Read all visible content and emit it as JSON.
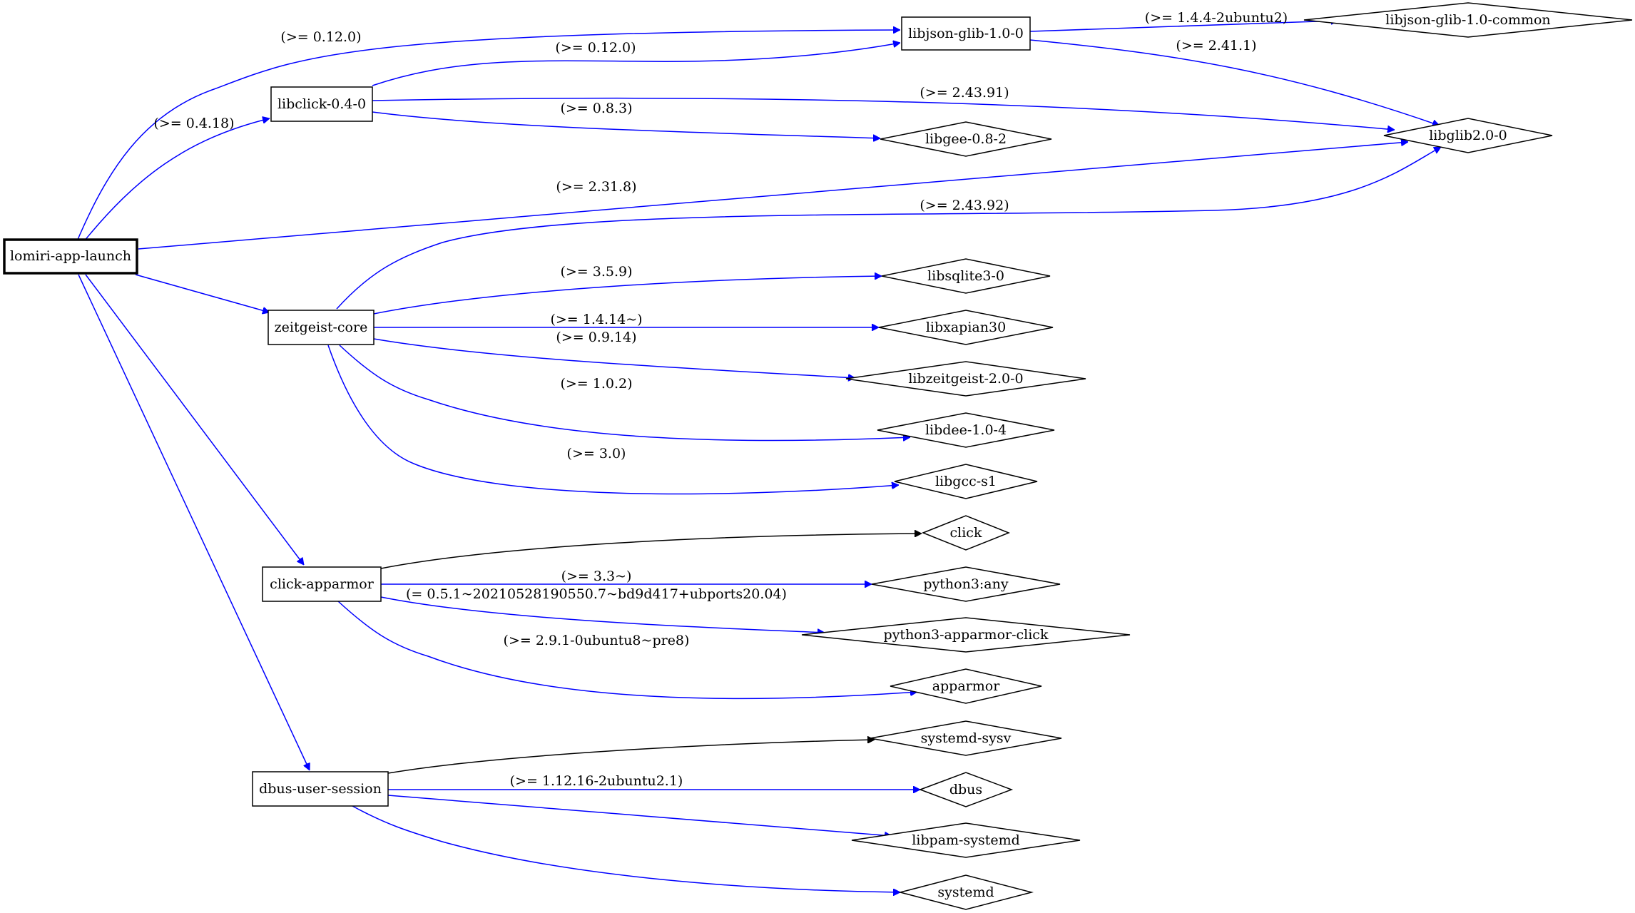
{
  "colors": {
    "versioned_edge": "#0000ff",
    "plain_edge": "#000000"
  },
  "nodes": {
    "n_root": {
      "label": "lomiri-app-launch",
      "shape": "box"
    },
    "n_libclick": {
      "label": "libclick-0.4-0",
      "shape": "box"
    },
    "n_jsonglib": {
      "label": "libjson-glib-1.0-0",
      "shape": "box"
    },
    "n_jsoncommon": {
      "label": "libjson-glib-1.0-common",
      "shape": "diamond"
    },
    "n_glib": {
      "label": "libglib2.0-0",
      "shape": "diamond"
    },
    "n_gee": {
      "label": "libgee-0.8-2",
      "shape": "diamond"
    },
    "n_zeitgeist": {
      "label": "zeitgeist-core",
      "shape": "box"
    },
    "n_sqlite": {
      "label": "libsqlite3-0",
      "shape": "diamond"
    },
    "n_xapian": {
      "label": "libxapian30",
      "shape": "diamond"
    },
    "n_libzeit": {
      "label": "libzeitgeist-2.0-0",
      "shape": "diamond"
    },
    "n_dee": {
      "label": "libdee-1.0-4",
      "shape": "diamond"
    },
    "n_gcc": {
      "label": "libgcc-s1",
      "shape": "diamond"
    },
    "n_clickapp": {
      "label": "click-apparmor",
      "shape": "box"
    },
    "n_click": {
      "label": "click",
      "shape": "diamond"
    },
    "n_py3": {
      "label": "python3:any",
      "shape": "diamond"
    },
    "n_pyapp": {
      "label": "python3-apparmor-click",
      "shape": "diamond"
    },
    "n_apparmor": {
      "label": "apparmor",
      "shape": "diamond"
    },
    "n_dbususer": {
      "label": "dbus-user-session",
      "shape": "box"
    },
    "n_sysv": {
      "label": "systemd-sysv",
      "shape": "diamond"
    },
    "n_dbus": {
      "label": "dbus",
      "shape": "diamond"
    },
    "n_pam": {
      "label": "libpam-systemd",
      "shape": "diamond"
    },
    "n_systemd": {
      "label": "systemd",
      "shape": "diamond"
    }
  },
  "edges": {
    "e_root_jsonglib": {
      "from": "lomiri-app-launch",
      "to": "libjson-glib-1.0-0",
      "label": "(>= 0.12.0)"
    },
    "e_root_libclick": {
      "from": "lomiri-app-launch",
      "to": "libclick-0.4-0",
      "label": "(>= 0.4.18)"
    },
    "e_root_glib": {
      "from": "lomiri-app-launch",
      "to": "libglib2.0-0",
      "label": "(>= 2.31.8)"
    },
    "e_root_zeitgeist": {
      "from": "lomiri-app-launch",
      "to": "zeitgeist-core",
      "label": ""
    },
    "e_root_clickapp": {
      "from": "lomiri-app-launch",
      "to": "click-apparmor",
      "label": ""
    },
    "e_root_dbususer": {
      "from": "lomiri-app-launch",
      "to": "dbus-user-session",
      "label": ""
    },
    "e_libclick_jsonglib": {
      "from": "libclick-0.4-0",
      "to": "libjson-glib-1.0-0",
      "label": "(>= 0.12.0)"
    },
    "e_libclick_glib": {
      "from": "libclick-0.4-0",
      "to": "libglib2.0-0",
      "label": "(>= 2.43.91)"
    },
    "e_libclick_gee": {
      "from": "libclick-0.4-0",
      "to": "libgee-0.8-2",
      "label": "(>= 0.8.3)"
    },
    "e_jsonglib_common": {
      "from": "libjson-glib-1.0-0",
      "to": "libjson-glib-1.0-common",
      "label": "(>= 1.4.4-2ubuntu2)"
    },
    "e_jsonglib_glib": {
      "from": "libjson-glib-1.0-0",
      "to": "libglib2.0-0",
      "label": "(>= 2.41.1)"
    },
    "e_zeit_glib": {
      "from": "zeitgeist-core",
      "to": "libglib2.0-0",
      "label": "(>= 2.43.92)"
    },
    "e_zeit_sqlite": {
      "from": "zeitgeist-core",
      "to": "libsqlite3-0",
      "label": "(>= 3.5.9)"
    },
    "e_zeit_xapian": {
      "from": "zeitgeist-core",
      "to": "libxapian30",
      "label": "(>= 1.4.14~)"
    },
    "e_zeit_libzeit": {
      "from": "zeitgeist-core",
      "to": "libzeitgeist-2.0-0",
      "label": "(>= 0.9.14)"
    },
    "e_zeit_dee": {
      "from": "zeitgeist-core",
      "to": "libdee-1.0-4",
      "label": "(>= 1.0.2)"
    },
    "e_zeit_gcc": {
      "from": "zeitgeist-core",
      "to": "libgcc-s1",
      "label": "(>= 3.0)"
    },
    "e_ca_click": {
      "from": "click-apparmor",
      "to": "click",
      "label": ""
    },
    "e_ca_py3": {
      "from": "click-apparmor",
      "to": "python3:any",
      "label": "(>= 3.3~)"
    },
    "e_ca_pyapp": {
      "from": "click-apparmor",
      "to": "python3-apparmor-click",
      "label": "(= 0.5.1~20210528190550.7~bd9d417+ubports20.04)"
    },
    "e_ca_apparmor": {
      "from": "click-apparmor",
      "to": "apparmor",
      "label": "(>= 2.9.1-0ubuntu8~pre8)"
    },
    "e_dbu_sysv": {
      "from": "dbus-user-session",
      "to": "systemd-sysv",
      "label": ""
    },
    "e_dbu_dbus": {
      "from": "dbus-user-session",
      "to": "dbus",
      "label": "(>= 1.12.16-2ubuntu2.1)"
    },
    "e_dbu_pam": {
      "from": "dbus-user-session",
      "to": "libpam-systemd",
      "label": ""
    },
    "e_dbu_systemd": {
      "from": "dbus-user-session",
      "to": "systemd",
      "label": ""
    }
  }
}
